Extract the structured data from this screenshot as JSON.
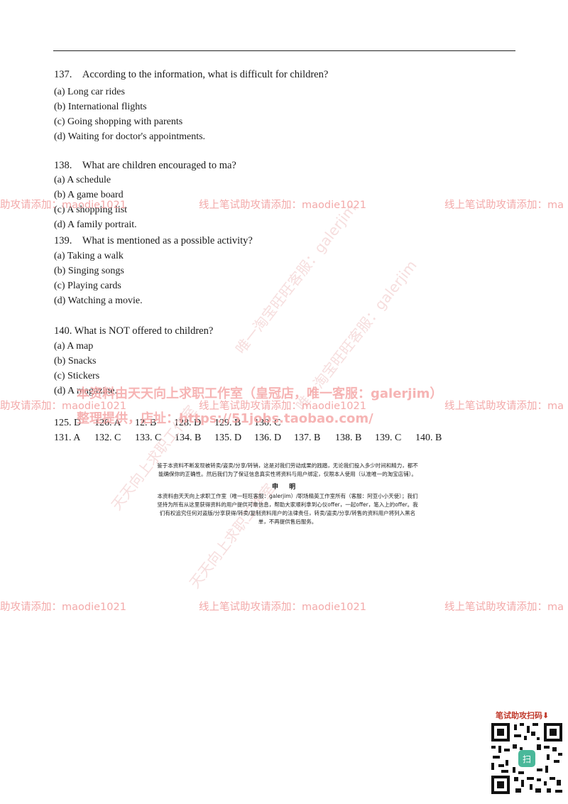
{
  "questions": [
    {
      "stem": "137. According to the information, what is difficult for children?",
      "options": [
        "(a) Long car rides",
        "(b) International flights",
        "(c) Going shopping with parents",
        "(d) Waiting for doctor's appointments."
      ]
    },
    {
      "stem": "138. What are children encouraged to ma?",
      "options": [
        "(a) A schedule",
        "(b) A game board",
        "(c) A shopping list",
        "(d) A family portrait."
      ]
    },
    {
      "stem": "139. What is mentioned as a possible activity?",
      "options": [
        "(a) Taking a walk",
        "(b) Singing songs",
        "(c) Playing cards",
        "(d) Watching a movie."
      ]
    },
    {
      "stem": "140. What is NOT offered to children?",
      "options": [
        "(a) A map",
        "(b) Snacks",
        "(c) Stickers",
        "(d) A magazine."
      ]
    }
  ],
  "answers_row1": [
    "125. D",
    "126. A",
    "12. B",
    "128. D",
    "129. B",
    "130. C"
  ],
  "answers_row2": [
    "131. A",
    "132. C",
    "133. C",
    "134. B",
    "135. D",
    "136. D",
    "137. B",
    "138. B",
    "139. C",
    "140. B"
  ],
  "watermarks": {
    "line_text": "线上笔试助攻请添加：maodie1021",
    "left_clip": "助攻请添加：maodie1021",
    "right_clip": "线上笔试助攻请添加：ma",
    "center_main": "本资料由天天向上求职工作室（皇冠店，唯一客服：galerjim）",
    "center_sub": "整理提供，店址：https://51jobs.taobao.com/",
    "diag_1": "唯一淘宝旺旺客服：galerjim",
    "diag_2": "唯一淘宝旺旺客服：galerjim",
    "diag_3": "天天向上求职工作室",
    "diag_4": "天天向上求职工作室"
  },
  "notice": {
    "intro": "鉴于本资料不断发现被转卖/盗卖/分享/转销，这是对我们劳动成果的践踏，无论我们投入多少时间和精力，都不能确保你的正确性。然后我们为了保证信息真实性将资料与用户绑定，仅限本人使用（认准唯一的淘宝店铺）。",
    "title": "申 明",
    "body": "本资料由天天向上求职工作室（唯一旺旺客服：galerjim）/职场精英工作室所有（客服：阿亚小小天使）；我们坚持为所有从这里获得资料的用户提供可靠信息，帮助大家顺利拿到心仪offer，一起offer，笔入上的offer。我们有权追究任何对盗版/分享获得/转卖/复制资料用户的法律责任，转卖/盗卖/分享/转售的资料用户将列入黑名单，不再提供售后服务。"
  },
  "qr": {
    "label": "笔试助攻扫码⬇",
    "center_glyph": "扫"
  }
}
